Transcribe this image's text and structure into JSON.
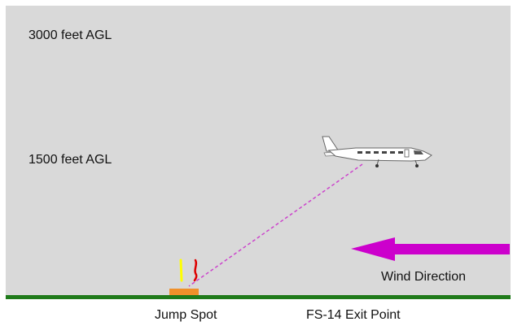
{
  "altitudes": {
    "high_label": "3000 feet AGL",
    "low_label": "1500 feet AGL"
  },
  "wind": {
    "label": "Wind Direction",
    "arrow_color": "#cc00cc"
  },
  "ground": {
    "jump_spot_label": "Jump Spot",
    "exit_point_label": "FS-14 Exit Point",
    "color": "#1f7a1a",
    "jump_spot_color": "#f0902a"
  },
  "flight_path": {
    "line_color": "#cc44cc",
    "style": "dashed"
  },
  "jumpers": [
    {
      "color": "#ffff00"
    },
    {
      "color": "#dd0000"
    }
  ],
  "colors": {
    "sky": "#d9d9d9",
    "aircraft_body": "#ffffff",
    "aircraft_outline": "#666666"
  }
}
